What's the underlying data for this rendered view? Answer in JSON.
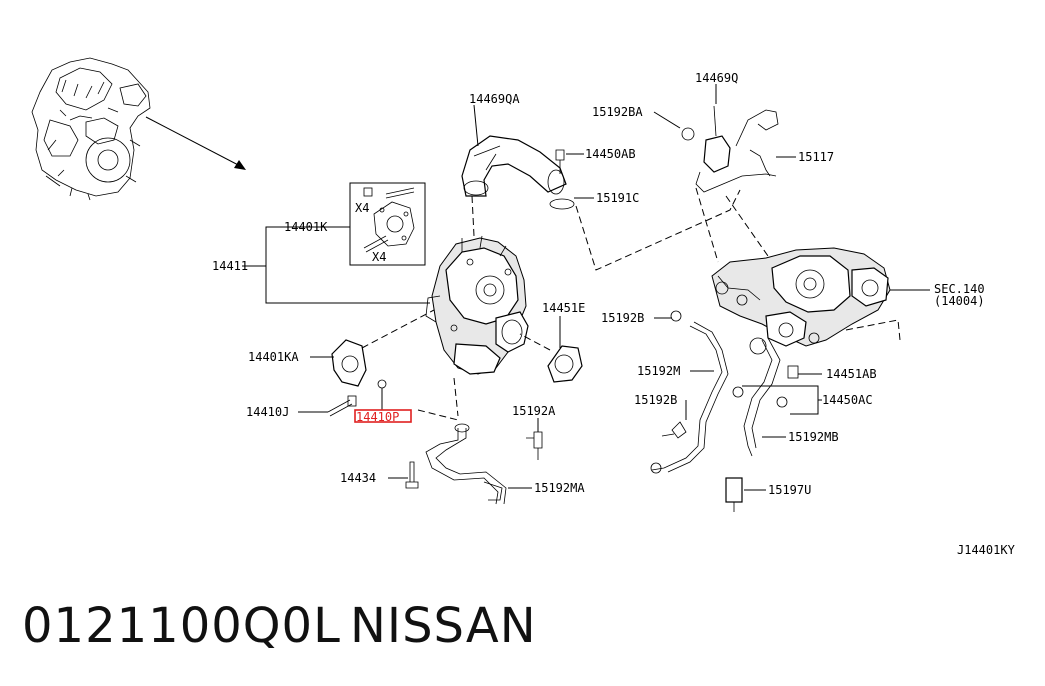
{
  "diagram": {
    "callouts": {
      "c14469QA": "14469QA",
      "c14469Q": "14469Q",
      "c15192BA": "15192BA",
      "c14450AB": "14450AB",
      "c15117": "15117",
      "c15191C": "15191C",
      "c14401K": "14401K",
      "c14411": "14411",
      "cX4a": "X4",
      "cX4b": "X4",
      "c15192B_top": "15192B",
      "c14451E": "14451E",
      "cSEC": "SEC.140",
      "cSECsub": "(14004)",
      "c14401KA": "14401KA",
      "c15192M": "15192M",
      "c14451AB": "14451AB",
      "c14410J": "14410J",
      "c14410P": "14410P",
      "c15192A": "15192A",
      "c15192B_low": "15192B",
      "c14450AC": "14450AC",
      "c15192MB": "15192MB",
      "c14434": "14434",
      "c15192MA": "15192MA",
      "c15197U": "15197U"
    },
    "highlight_color": "#e02020",
    "highlighted_part": "14410P"
  },
  "ref_code": "J14401KY",
  "footer": {
    "part_number": "0121100Q0L",
    "brand": "NISSAN"
  }
}
